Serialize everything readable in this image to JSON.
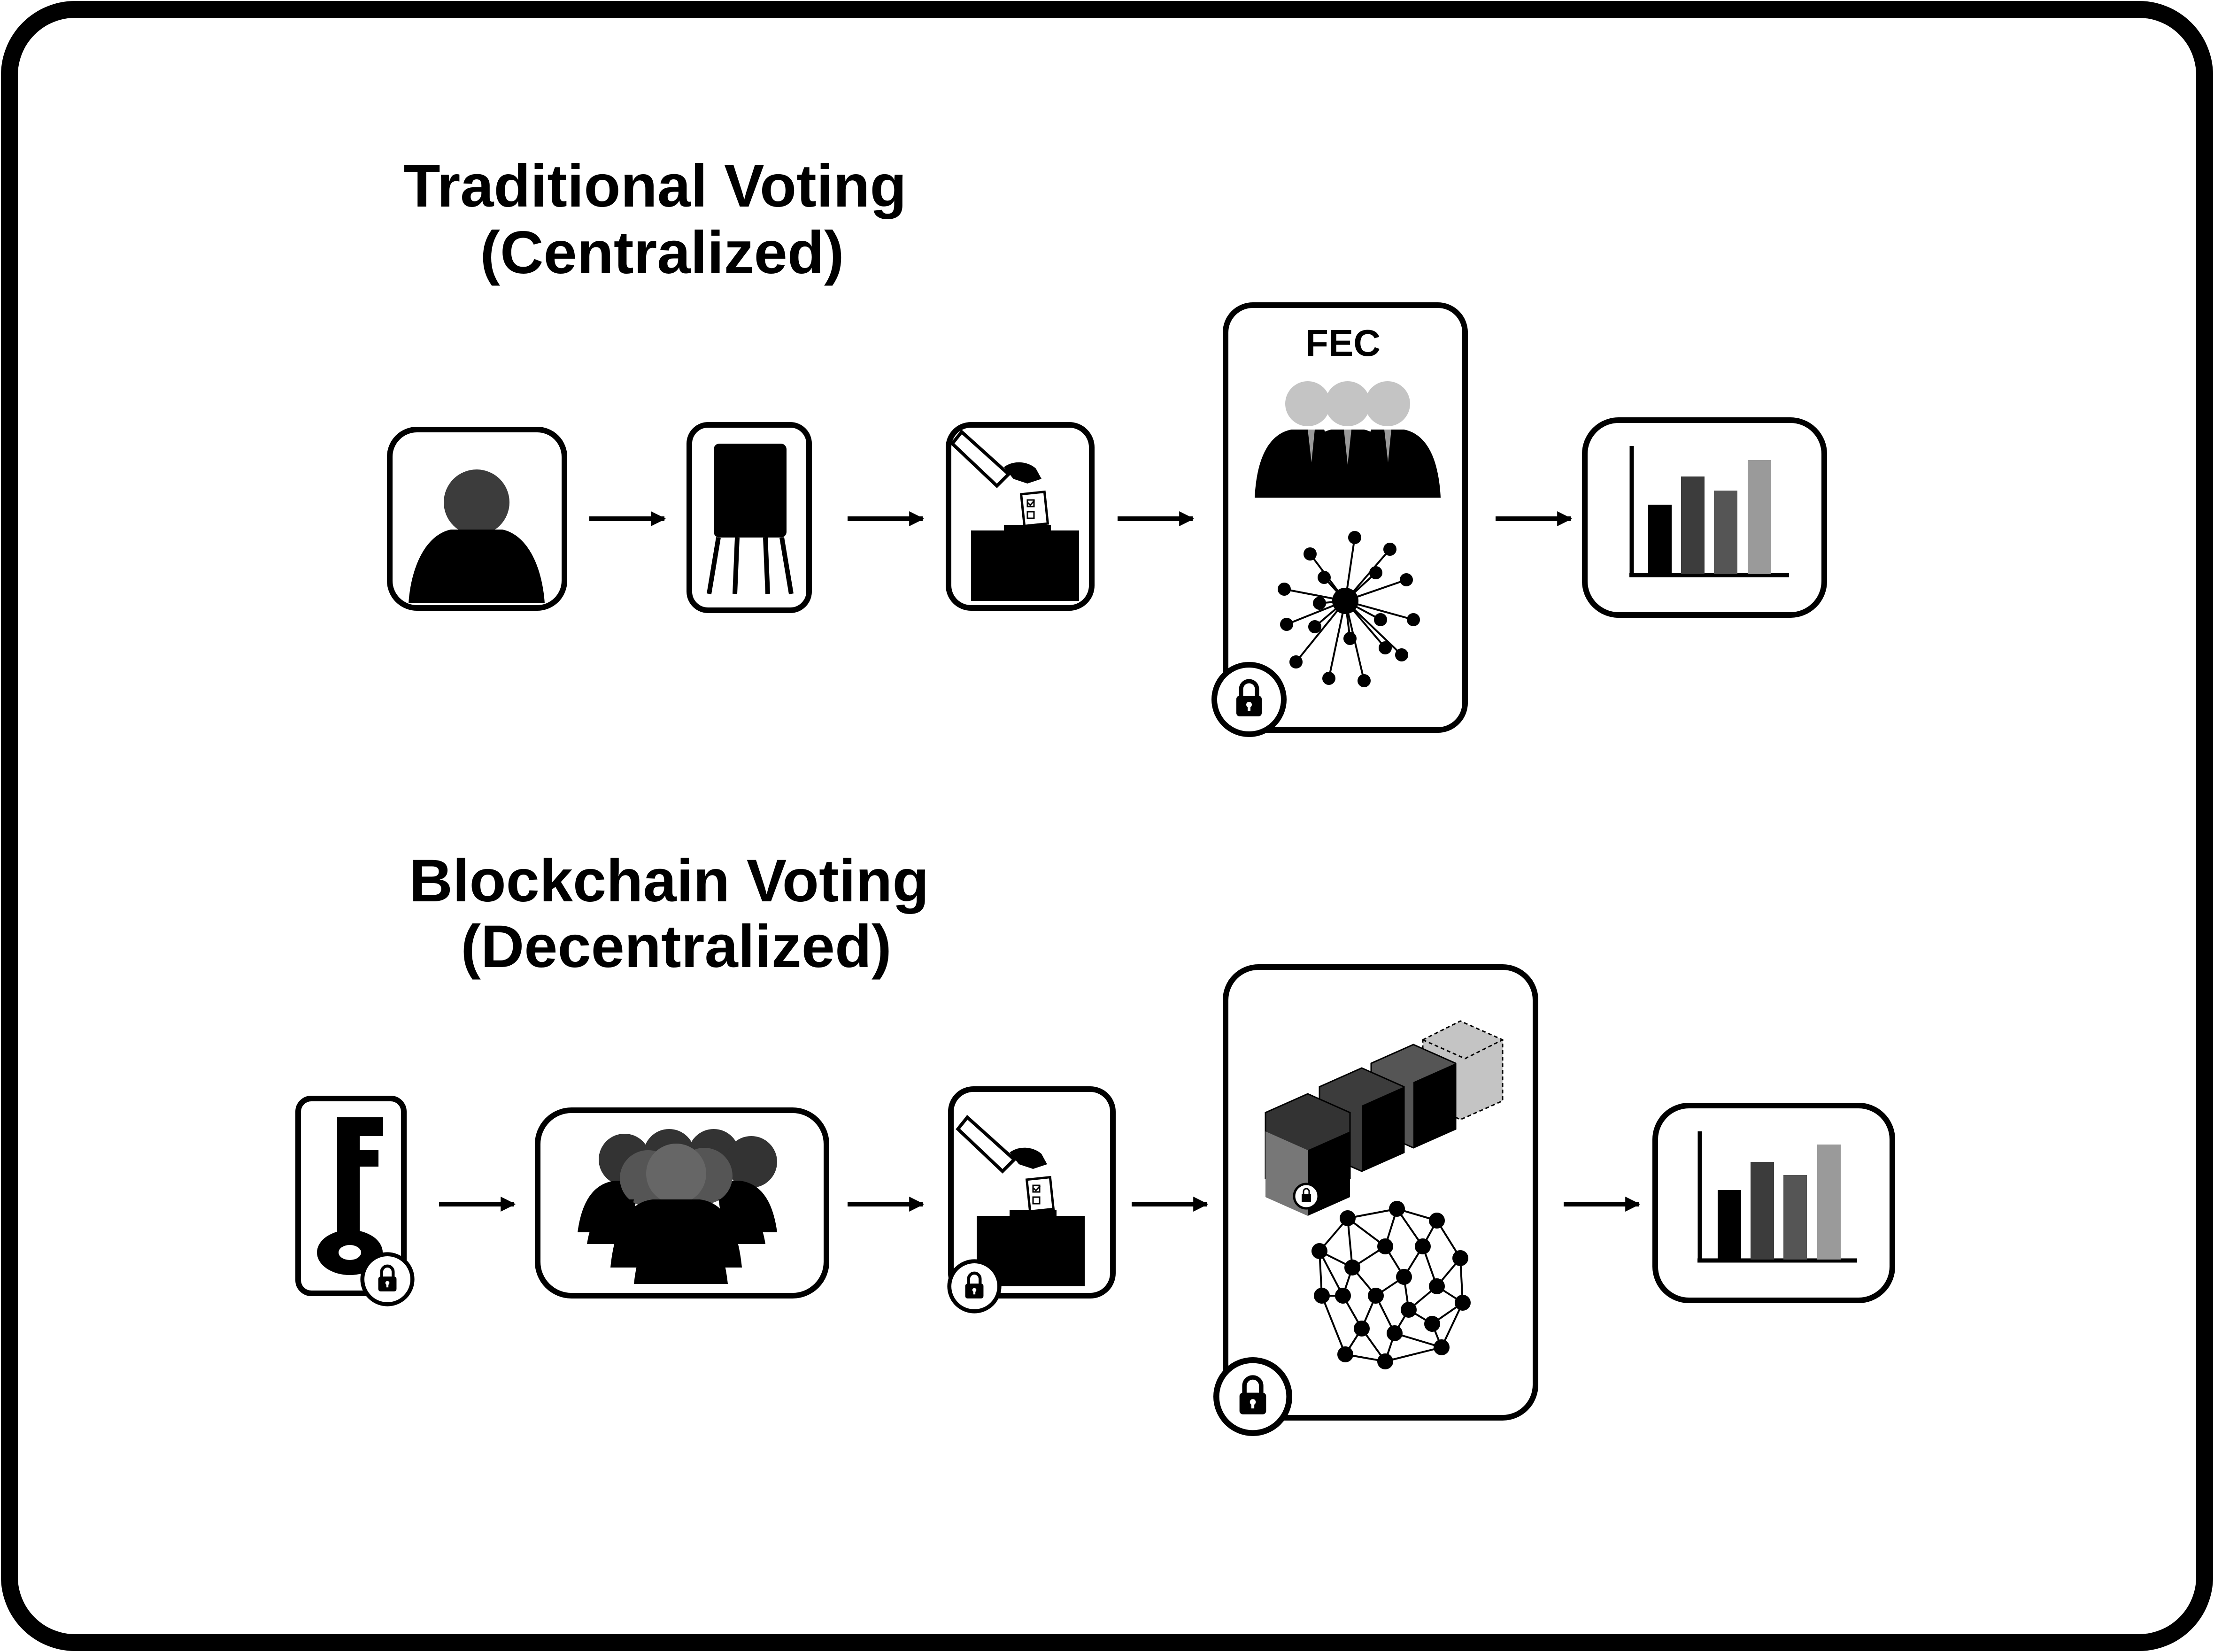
{
  "diagram": {
    "traditional": {
      "title_line1": "Traditional Voting",
      "title_line2": "(Centralized)",
      "authority_label": "FEC",
      "steps": [
        "voter-icon",
        "voting-booth-icon",
        "ballot-box-icon",
        "central-authority-icon",
        "results-chart-icon"
      ]
    },
    "blockchain": {
      "title_line1": "Blockchain Voting",
      "title_line2": "(Decentralized)",
      "steps": [
        "private-key-icon",
        "crowd-icon",
        "ballot-box-icon",
        "blockchain-network-icon",
        "results-chart-icon"
      ]
    },
    "colors": {
      "ink": "#000000",
      "dark_gray": "#3c3c3c",
      "mid_gray": "#555555",
      "light_gray": "#9a9a9a",
      "pale_gray": "#c4c4c4"
    }
  }
}
